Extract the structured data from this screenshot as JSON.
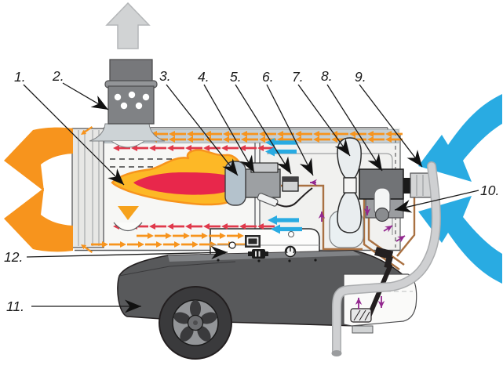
{
  "diagram": {
    "labels": [
      {
        "id": 1,
        "text": "1."
      },
      {
        "id": 2,
        "text": "2."
      },
      {
        "id": 3,
        "text": "3."
      },
      {
        "id": 4,
        "text": "4."
      },
      {
        "id": 5,
        "text": "5."
      },
      {
        "id": 6,
        "text": "6."
      },
      {
        "id": 7,
        "text": "7."
      },
      {
        "id": 8,
        "text": "8."
      },
      {
        "id": 9,
        "text": "9."
      },
      {
        "id": 10,
        "text": "10."
      },
      {
        "id": 11,
        "text": "11."
      },
      {
        "id": 12,
        "text": "12."
      }
    ],
    "colors": {
      "hot_air": "#F7941D",
      "flue_gas": "#E0394B",
      "cold_air": "#29ABE2",
      "fuel_flow": "#93278F",
      "flame_outer": "#FDB826",
      "flame_core": "#E8274B",
      "fuel_line": "#A97142",
      "exhaust_gray": "#D1D3D4",
      "chimney_gray": "#808285",
      "tank_gray": "#58595B"
    }
  }
}
